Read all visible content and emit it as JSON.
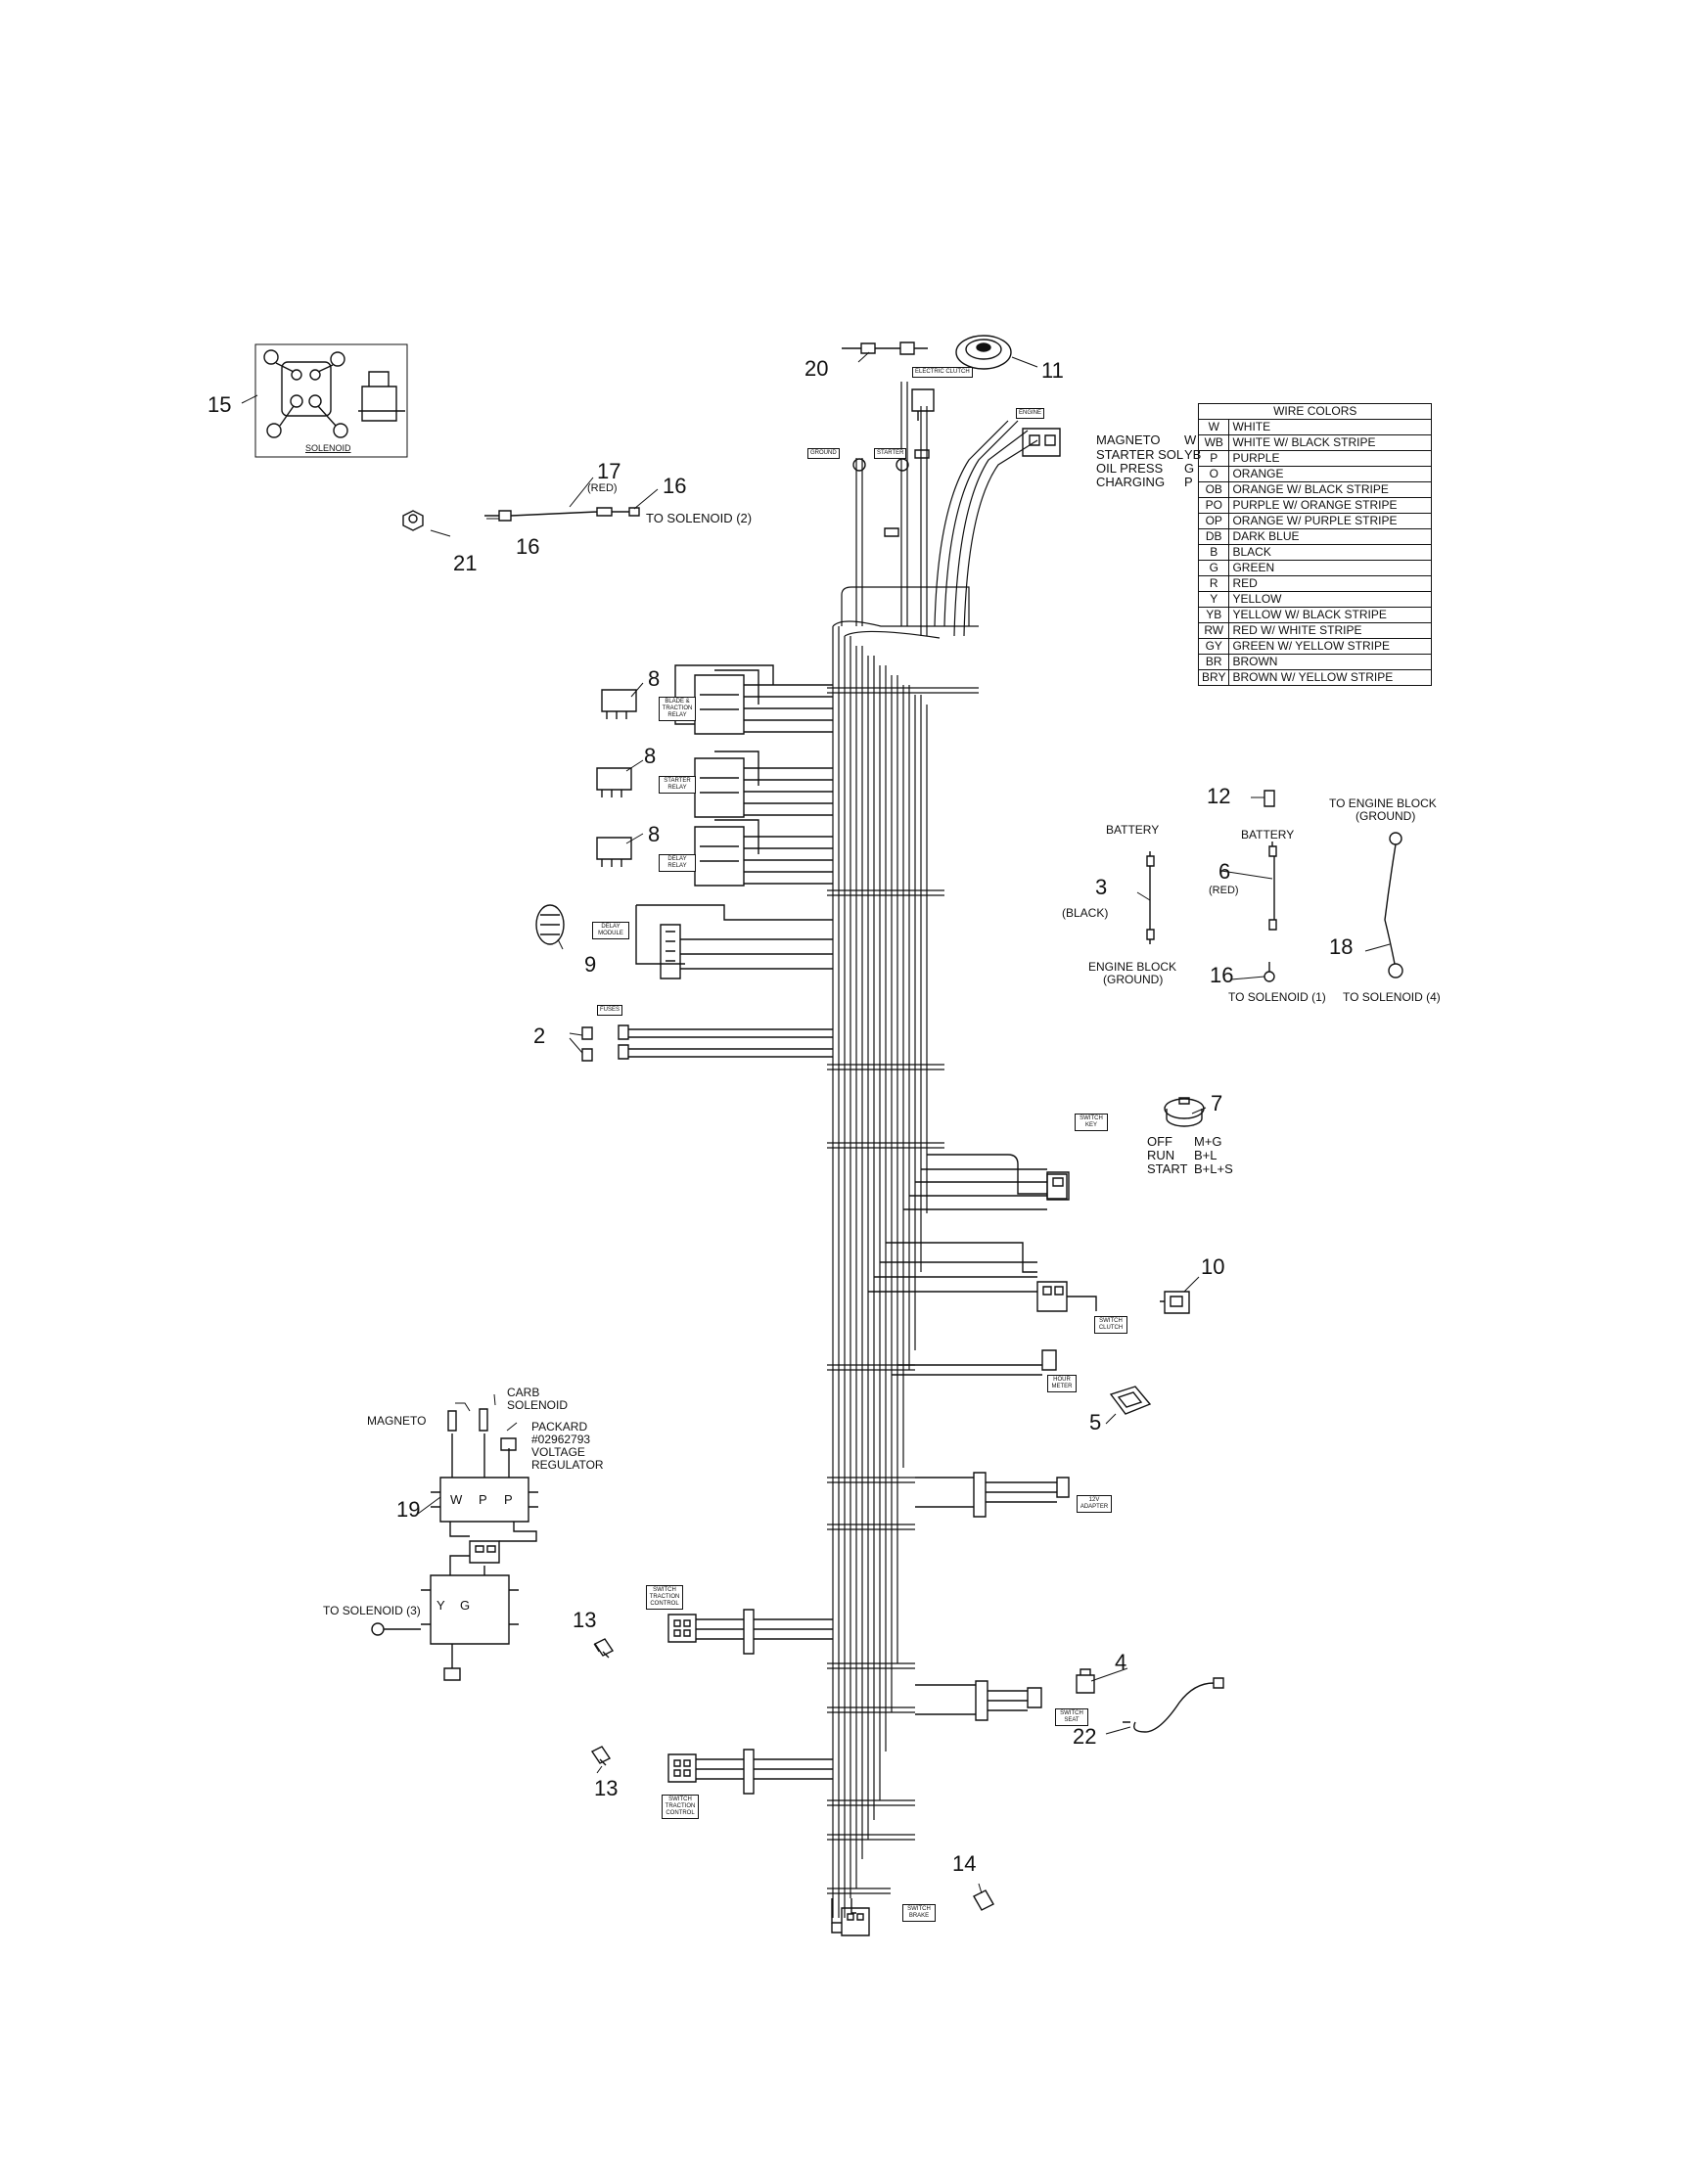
{
  "wire_colors": {
    "title": "WIRE COLORS",
    "rows": [
      {
        "code": "W",
        "color": "WHITE"
      },
      {
        "code": "WB",
        "color": "WHITE W/ BLACK STRIPE"
      },
      {
        "code": "P",
        "color": "PURPLE"
      },
      {
        "code": "O",
        "color": "ORANGE"
      },
      {
        "code": "OB",
        "color": "ORANGE W/ BLACK STRIPE"
      },
      {
        "code": "PO",
        "color": "PURPLE W/ ORANGE STRIPE"
      },
      {
        "code": "OP",
        "color": "ORANGE W/ PURPLE STRIPE"
      },
      {
        "code": "DB",
        "color": "DARK BLUE"
      },
      {
        "code": "B",
        "color": "BLACK"
      },
      {
        "code": "G",
        "color": "GREEN"
      },
      {
        "code": "R",
        "color": "RED"
      },
      {
        "code": "Y",
        "color": "YELLOW"
      },
      {
        "code": "YB",
        "color": "YELLOW W/ BLACK STRIPE"
      },
      {
        "code": "RW",
        "color": "RED W/ WHITE STRIPE"
      },
      {
        "code": "GY",
        "color": "GREEN W/ YELLOW STRIPE"
      },
      {
        "code": "BR",
        "color": "BROWN"
      },
      {
        "code": "BRY",
        "color": "BROWN W/ YELLOW STRIPE"
      }
    ]
  },
  "engine_legend": {
    "magneto": "MAGNETO",
    "magneto_code": "W",
    "starter": "STARTER SOL",
    "starter_code": "YB",
    "oil": "OIL PRESS",
    "oil_code": "G",
    "charging": "CHARGING",
    "charging_code": "P"
  },
  "callouts": {
    "n15": "15",
    "n20": "20",
    "n11": "11",
    "n17": "17",
    "n16a": "16",
    "n16b": "16",
    "n21": "21",
    "n8a": "8",
    "n8b": "8",
    "n8c": "8",
    "n9": "9",
    "n2": "2",
    "n12": "12",
    "n3": "3",
    "n6": "6",
    "n16c": "16",
    "n18": "18",
    "n7": "7",
    "n10": "10",
    "n5": "5",
    "n19": "19",
    "n13a": "13",
    "n13b": "13",
    "n4": "4",
    "n22": "22",
    "n14": "14"
  },
  "labels": {
    "solenoid": "SOLENOID",
    "red17": "(RED)",
    "to_solenoid_2": "TO SOLENOID (2)",
    "battery_a": "BATTERY",
    "black3": "(BLACK)",
    "engine_block_ground_a": "ENGINE BLOCK",
    "engine_block_ground_b": "(GROUND)",
    "battery_b": "BATTERY",
    "red6": "(RED)",
    "to_solenoid_1": "TO SOLENOID (1)",
    "to_engine_block_a": "TO ENGINE BLOCK",
    "to_engine_block_b": "(GROUND)",
    "to_solenoid_4": "TO SOLENOID (4)",
    "key_off": "OFF",
    "key_off_v": "M+G",
    "key_run": "RUN",
    "key_run_v": "B+L",
    "key_start": "START",
    "key_start_v": "B+L+S",
    "magneto": "MAGNETO",
    "carb_a": "CARB",
    "carb_b": "SOLENOID",
    "packard_a": "PACKARD",
    "packard_b": "#02962793",
    "packard_c": "VOLTAGE",
    "packard_d": "REGULATOR",
    "pin_w": "W",
    "pin_p1": "P",
    "pin_p2": "P",
    "pin_y": "Y",
    "pin_g": "G",
    "to_solenoid_3": "TO SOLENOID (3)"
  },
  "tags": {
    "electric_clutch": "ELECTRIC CLUTCH",
    "ground": "GROUND",
    "starter": "STARTER",
    "engine": "ENGINE",
    "blade_relay": "BLADE & TRACTION RELAY",
    "starter_relay": "STARTER RELAY",
    "delay_relay": "DELAY RELAY",
    "delay_module": "DELAY MODULE",
    "fuses": "FUSES",
    "switch_key": "SWITCH KEY",
    "switch_clutch": "SWITCH CLUTCH",
    "hour_meter": "HOUR METER",
    "twelve_v_adapter": "12V ADAPTER",
    "switch_traction_a": "SWITCH TRACTION CONTROL",
    "switch_seat": "SWITCH SEAT",
    "switch_traction_b": "SWITCH TRACTION CONTROL",
    "switch_brake": "SWITCH BRAKE"
  }
}
